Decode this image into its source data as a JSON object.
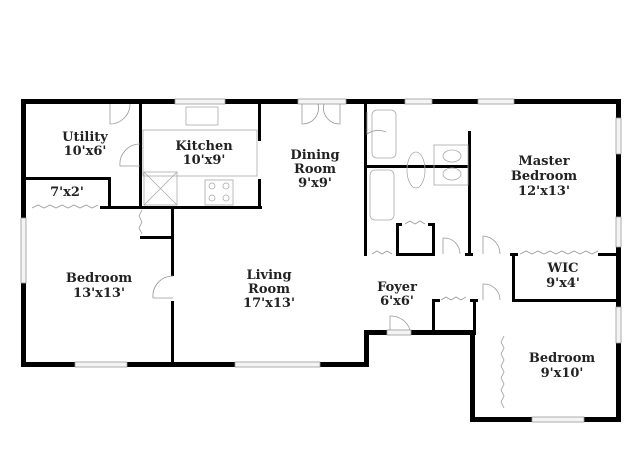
{
  "rooms": {
    "utility": {
      "name": "Utility",
      "size": "10'x6'"
    },
    "kitchen": {
      "name": "Kitchen",
      "size": "10'x9'"
    },
    "dining": {
      "name_line1": "Dining",
      "name_line2": "Room",
      "size": "9'x9'"
    },
    "closet": {
      "size": "7'x2'"
    },
    "bedroom_left": {
      "name": "Bedroom",
      "size": "13'x13'"
    },
    "living": {
      "name_line1": "Living",
      "name_line2": "Room",
      "size": "17'x13'"
    },
    "master": {
      "name_line1": "Master",
      "name_line2": "Bedroom",
      "size": "12'x13'"
    },
    "wic": {
      "name": "WIC",
      "size": "9'x4'"
    },
    "foyer": {
      "name": "Foyer",
      "size": "6'x6'"
    },
    "bedroom_right": {
      "name": "Bedroom",
      "size": "9'x10'"
    }
  },
  "colors": {
    "wall": "#000000",
    "fixture": "#aaaaaa"
  }
}
